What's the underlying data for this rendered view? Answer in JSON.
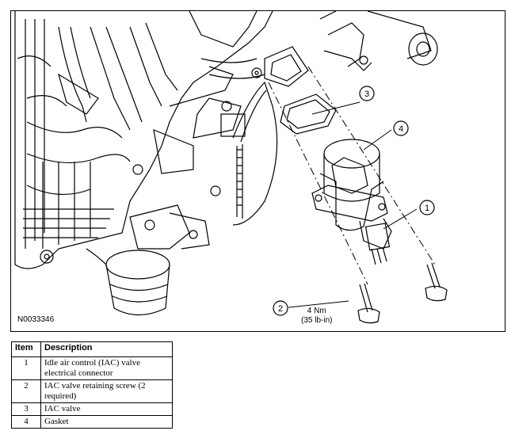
{
  "figure": {
    "id": "N0033346",
    "torque_line1": "4 Nm",
    "torque_line2": "(35 lb-in)",
    "callouts": [
      "1",
      "2",
      "3",
      "4"
    ]
  },
  "legend": {
    "headers": {
      "item": "Item",
      "description": "Description"
    },
    "rows": [
      {
        "item": "1",
        "description": "Idle air control (IAC) valve electrical connector"
      },
      {
        "item": "2",
        "description": "IAC valve retaining screw (2 required)"
      },
      {
        "item": "3",
        "description": "IAC valve"
      },
      {
        "item": "4",
        "description": "Gasket"
      }
    ]
  }
}
